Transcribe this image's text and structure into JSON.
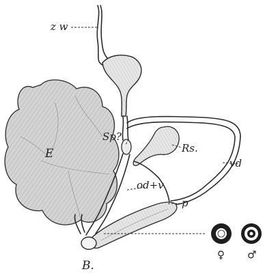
{
  "labels": {
    "zw": "z w",
    "sp": "Sp?",
    "rs": "Rs.",
    "vd": "vd",
    "e": "E",
    "odv": "od+v",
    "p": "p",
    "b": "B."
  },
  "symbols": {
    "female": "♀",
    "male": "♂"
  },
  "colors": {
    "ink": "#2a2a2a",
    "shade": "#cfcfcf"
  }
}
